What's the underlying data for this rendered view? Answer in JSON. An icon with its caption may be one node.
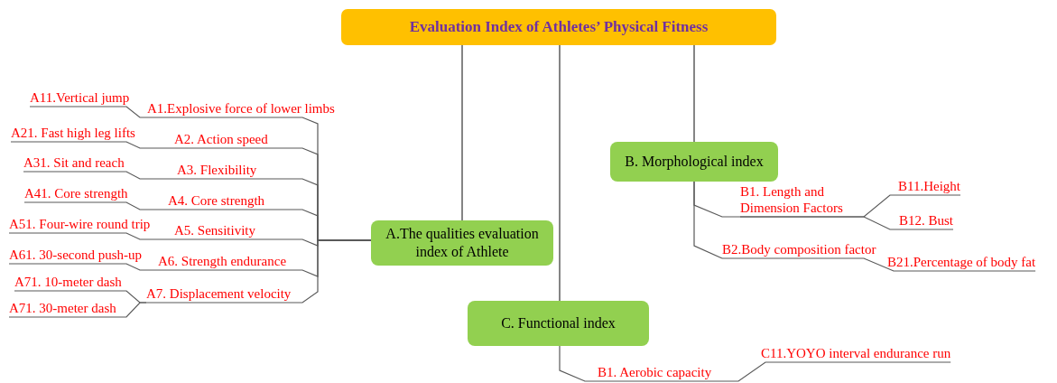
{
  "diagram": {
    "nodes": [
      {
        "text": [
          "Evaluation Index of Athletes’ Physical Fitness"
        ]
      },
      {
        "text": [
          "A.The qualities evaluation index of Athlete"
        ]
      },
      {
        "text": [
          "A1.Explosive force of lower limbs"
        ]
      },
      {
        "text": [
          "A2. Action speed"
        ]
      },
      {
        "text": [
          "A3. Flexibility"
        ]
      },
      {
        "text": [
          "A4. Core strength"
        ]
      },
      {
        "text": [
          "A5. Sensitivity"
        ]
      },
      {
        "text": [
          "A6. Strength endurance"
        ]
      },
      {
        "text": [
          "A7. Displacement velocity"
        ]
      },
      {
        "text": [
          "A11.Vertical jump"
        ]
      },
      {
        "text": [
          "A21. Fast high leg lifts"
        ]
      },
      {
        "text": [
          "A31. Sit and reach"
        ]
      },
      {
        "text": [
          "A41. Core strength"
        ]
      },
      {
        "text": [
          "A51. Four-wire round trip"
        ]
      },
      {
        "text": [
          "A61. 30-second push-up"
        ]
      },
      {
        "text": [
          "A71. 10-meter dash"
        ]
      },
      {
        "text": [
          "A71. 30-meter dash"
        ]
      },
      {
        "text": [
          "B. Morphological index"
        ]
      },
      {
        "text": [
          "B1. Length and Dimension Factors"
        ]
      },
      {
        "text": [
          "B11.Height"
        ]
      },
      {
        "text": [
          "B12. Bust"
        ]
      },
      {
        "text": [
          "B2.Body composition factor"
        ]
      },
      {
        "text": [
          "B21.Percentage of body fat"
        ]
      },
      {
        "text": [
          "C. Functional index"
        ]
      },
      {
        "text": [
          "B1. Aerobic capacity"
        ]
      },
      {
        "text": [
          "C11.YOYO interval endurance run"
        ]
      }
    ],
    "edges": [
      {
        "from": 0,
        "to": 1,
        "arrow": "none"
      },
      {
        "from": 0,
        "to": 23,
        "arrow": "none"
      },
      {
        "from": 0,
        "to": 17,
        "arrow": "none"
      },
      {
        "from": 2,
        "to": 1,
        "arrow": "none"
      },
      {
        "from": 3,
        "to": 1,
        "arrow": "none"
      },
      {
        "from": 4,
        "to": 1,
        "arrow": "none"
      },
      {
        "from": 5,
        "to": 1,
        "arrow": "none"
      },
      {
        "from": 6,
        "to": 1,
        "arrow": "none"
      },
      {
        "from": 7,
        "to": 1,
        "arrow": "none"
      },
      {
        "from": 8,
        "to": 1,
        "arrow": "none"
      },
      {
        "from": 9,
        "to": 2,
        "arrow": "none"
      },
      {
        "from": 10,
        "to": 3,
        "arrow": "none"
      },
      {
        "from": 11,
        "to": 4,
        "arrow": "none"
      },
      {
        "from": 12,
        "to": 5,
        "arrow": "none"
      },
      {
        "from": 13,
        "to": 6,
        "arrow": "none"
      },
      {
        "from": 14,
        "to": 7,
        "arrow": "none"
      },
      {
        "from": 15,
        "to": 8,
        "arrow": "none"
      },
      {
        "from": 16,
        "to": 8,
        "arrow": "none"
      },
      {
        "from": 17,
        "to": 18,
        "arrow": "none"
      },
      {
        "from": 18,
        "to": 19,
        "arrow": "none"
      },
      {
        "from": 18,
        "to": 20,
        "arrow": "none"
      },
      {
        "from": 17,
        "to": 21,
        "arrow": "none"
      },
      {
        "from": 21,
        "to": 22,
        "arrow": "none"
      },
      {
        "from": 23,
        "to": 24,
        "arrow": "none"
      },
      {
        "from": 24,
        "to": 25,
        "arrow": "none"
      }
    ]
  }
}
